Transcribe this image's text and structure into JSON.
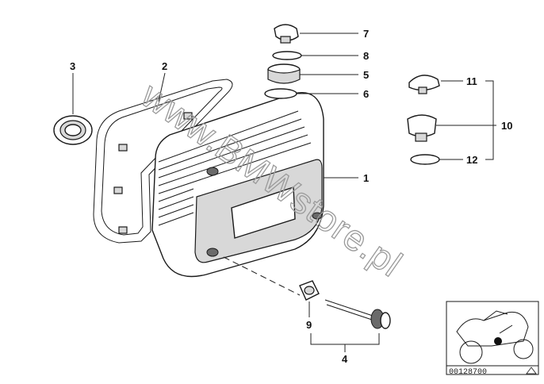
{
  "diagram": {
    "watermark": "www.BMWstore.pl",
    "reference_code": "00128700",
    "parts": [
      {
        "id": "part-1",
        "number": "1"
      },
      {
        "id": "part-2",
        "number": "2"
      },
      {
        "id": "part-3",
        "number": "3"
      },
      {
        "id": "part-4",
        "number": "4"
      },
      {
        "id": "part-5",
        "number": "5"
      },
      {
        "id": "part-6",
        "number": "6"
      },
      {
        "id": "part-7",
        "number": "7"
      },
      {
        "id": "part-8",
        "number": "8"
      },
      {
        "id": "part-9",
        "number": "9"
      },
      {
        "id": "part-10",
        "number": "10"
      },
      {
        "id": "part-11",
        "number": "11"
      },
      {
        "id": "part-12",
        "number": "12"
      }
    ]
  },
  "colors": {
    "line": "#1a1a1a",
    "watermark": "#9a9a9a",
    "background": "#ffffff"
  }
}
